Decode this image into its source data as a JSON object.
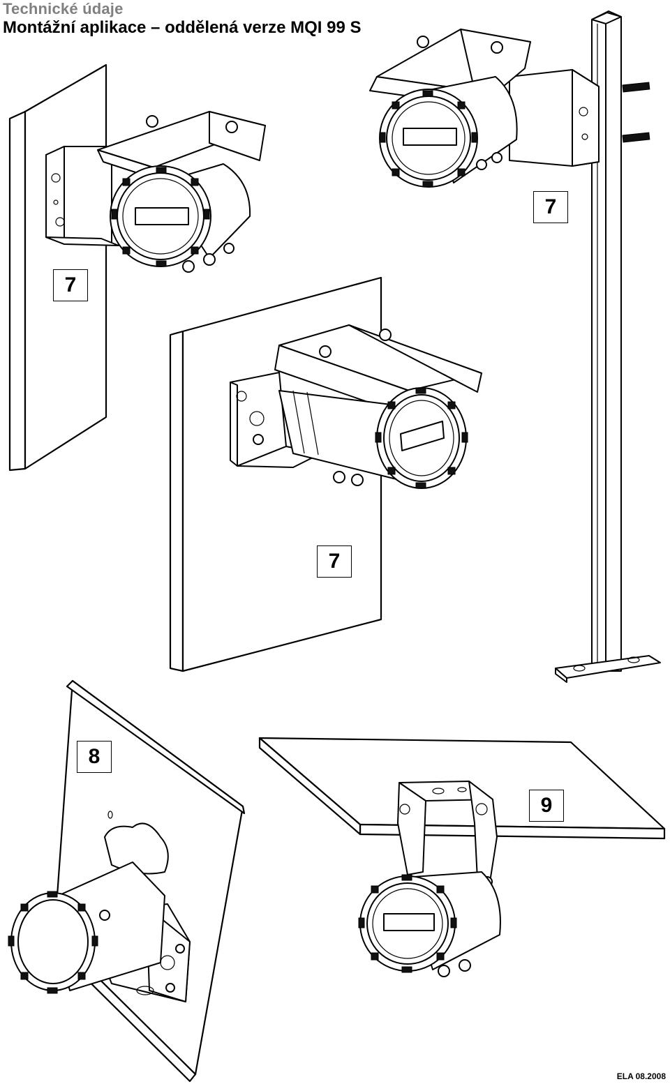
{
  "header": {
    "section": "Technické údaje",
    "title": "Montážní aplikace – oddělená verze MQI 99 S"
  },
  "callouts": {
    "wall_left": "7",
    "pipe": "7",
    "wall_center": "7",
    "angled_wall": "8",
    "ceiling": "9"
  },
  "footer": {
    "code": "ELA 08.2008"
  }
}
